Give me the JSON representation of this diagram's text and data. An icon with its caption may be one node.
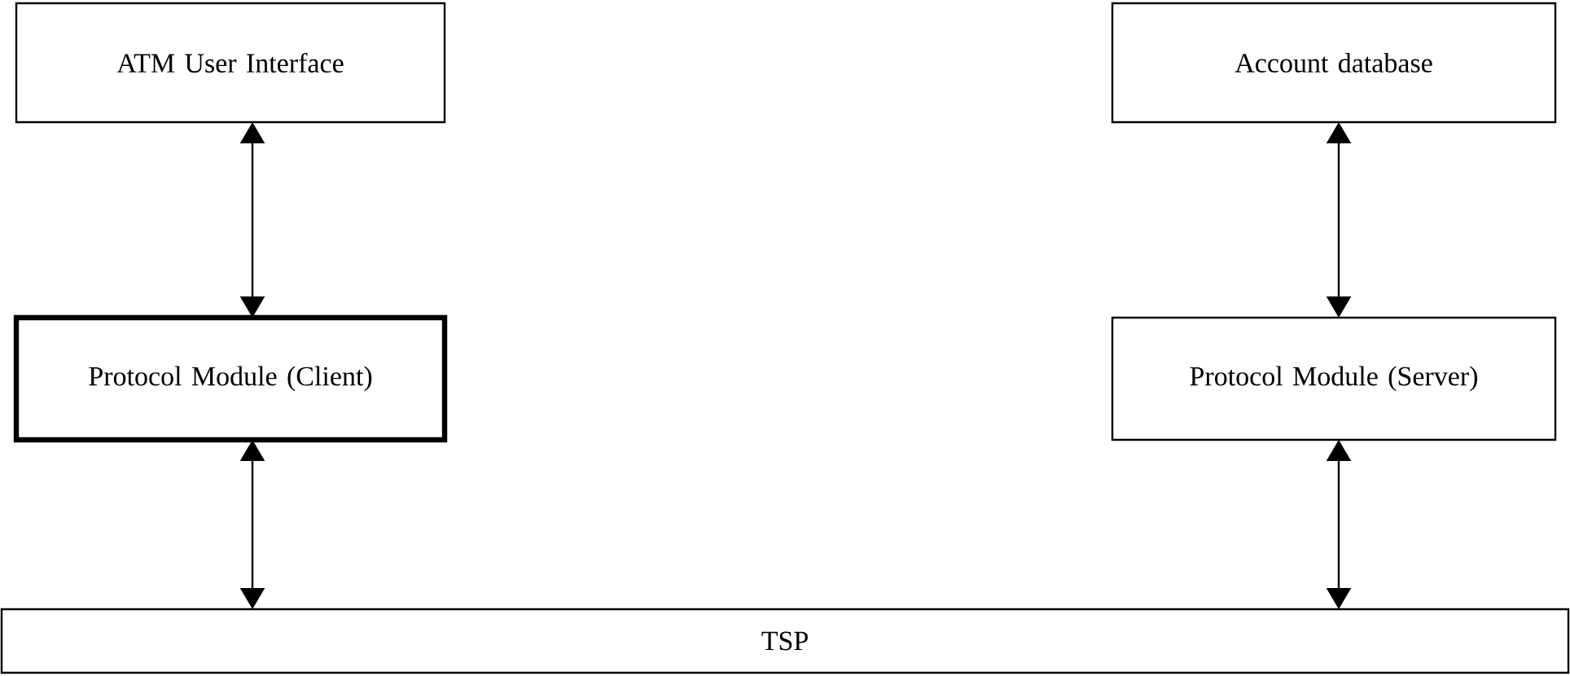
{
  "diagram": {
    "nodes": [
      {
        "text": [
          "ATM User Interface"
        ]
      },
      {
        "text": [
          "Account database"
        ]
      },
      {
        "text": [
          "Protocol Module (Client)"
        ]
      },
      {
        "text": [
          "Protocol Module (Server)"
        ]
      },
      {
        "text": [
          "TSP"
        ]
      }
    ],
    "edges": [
      {
        "from": 0,
        "to": 2,
        "arrow": "both"
      },
      {
        "from": 1,
        "to": 3,
        "arrow": "both"
      },
      {
        "from": 2,
        "to": 4,
        "arrow": "both"
      },
      {
        "from": 3,
        "to": 4,
        "arrow": "both"
      }
    ]
  }
}
